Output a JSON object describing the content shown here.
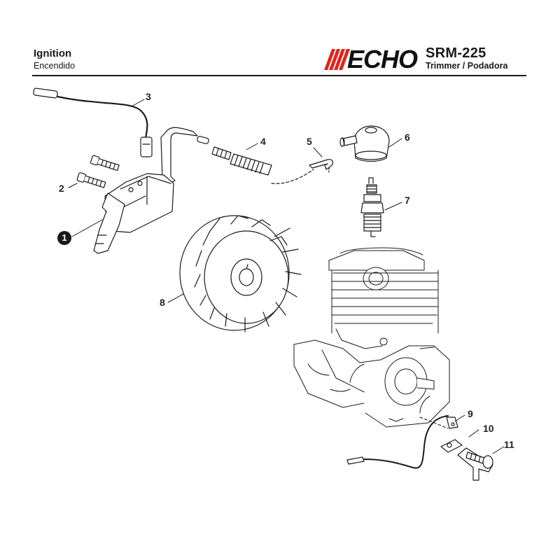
{
  "header": {
    "title": "Ignition",
    "subtitle": "Encendido",
    "brand": "ECHO",
    "model": "SRM-225",
    "product": "Trimmer / Podadora"
  },
  "parts": [
    {
      "label": "1",
      "name": "ignition-coil",
      "highlighted": true
    },
    {
      "label": "2",
      "name": "coil-screws"
    },
    {
      "label": "3",
      "name": "high-tension-lead"
    },
    {
      "label": "4",
      "name": "spark-plug-spring"
    },
    {
      "label": "5",
      "name": "spring-clip"
    },
    {
      "label": "6",
      "name": "spark-plug-boot"
    },
    {
      "label": "7",
      "name": "spark-plug"
    },
    {
      "label": "8",
      "name": "flywheel"
    },
    {
      "label": "9",
      "name": "stop-wire-terminal"
    },
    {
      "label": "10",
      "name": "ground-bracket"
    },
    {
      "label": "11",
      "name": "bracket-screw"
    }
  ],
  "colors": {
    "brand_stripes": "#e2231a",
    "line": "#1a1a1a"
  }
}
